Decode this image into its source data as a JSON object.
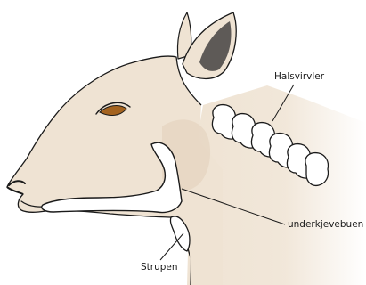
{
  "colors": {
    "skin": "#efe3d3",
    "skin_shadow": "#e1d0ba",
    "ear_inner": "#5e5a57",
    "bone": "#ffffff",
    "outline": "#1a1a1a",
    "eye": "#a4631f"
  },
  "labels": {
    "neck_vertebrae": "Halsvirvler",
    "lower_jaw_arch": "underkjevebuen",
    "larynx": "Strupen"
  }
}
